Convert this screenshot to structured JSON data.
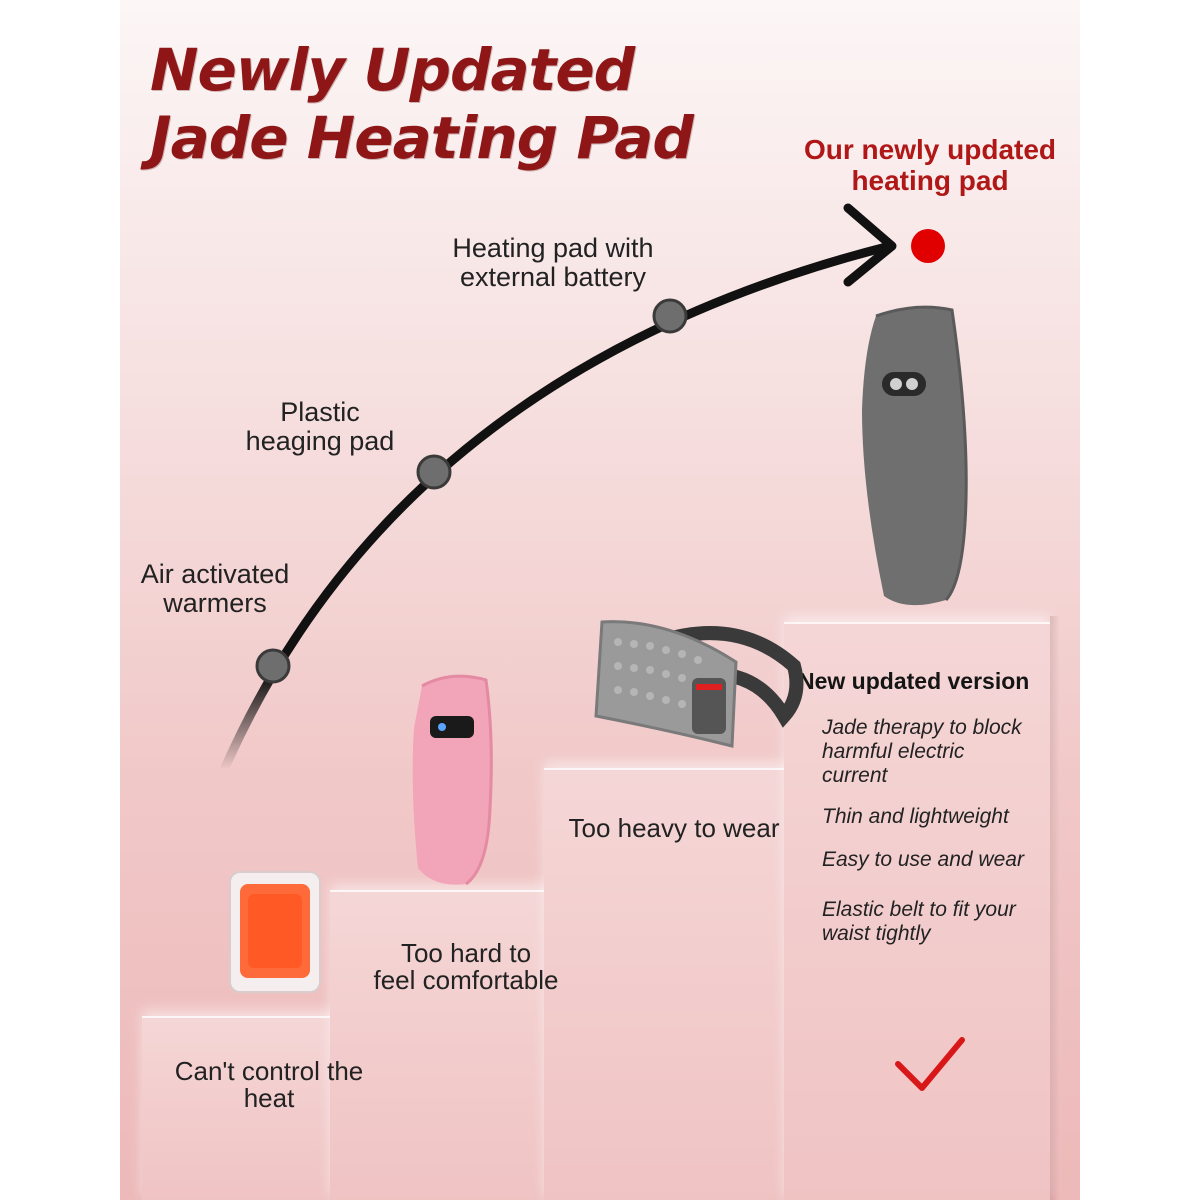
{
  "title": {
    "line1": "Newly Updated",
    "line2": "Jade Heating Pad"
  },
  "highlight": {
    "line1": "Our newly updated",
    "line2": "heating pad"
  },
  "stages": [
    {
      "line1": "Air activated",
      "line2": "warmers"
    },
    {
      "line1": "Plastic",
      "line2": "heaging pad"
    },
    {
      "line1": "Heating pad with",
      "line2": "external battery"
    }
  ],
  "drawbacks": [
    {
      "line1": "Can't control the",
      "line2": "heat"
    },
    {
      "line1": "Too hard to",
      "line2": "feel comfortable"
    },
    {
      "line1": "Too heavy to wear",
      "line2": ""
    }
  ],
  "new_version": {
    "heading": "New updated version",
    "features": [
      {
        "line1": "Jade therapy to block",
        "line2": "harmful electric",
        "line3": "current"
      },
      {
        "line1": "Thin and lightweight"
      },
      {
        "line1": "Easy to use and wear"
      },
      {
        "line1": "Elastic belt to fit your",
        "line2": "waist tightly"
      }
    ]
  },
  "colors": {
    "title": "#8e1616",
    "accent": "#e00000",
    "checkmark": "#d81818"
  }
}
